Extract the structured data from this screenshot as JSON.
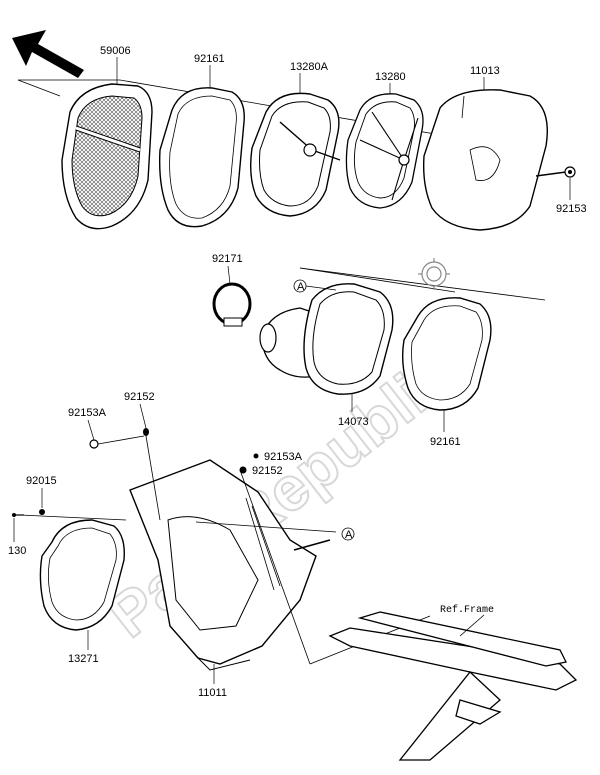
{
  "watermark": "PartsRepublik",
  "labels": {
    "p59006": "59006",
    "p92161_top": "92161",
    "p13280A": "13280A",
    "p13280": "13280",
    "p11013": "11013",
    "p92153": "92153",
    "p92171": "92171",
    "callout_a1": "A",
    "p14073": "14073",
    "p92161_mid": "92161",
    "p92153A_left": "92153A",
    "p92152_left": "92152",
    "p92153A_right": "92153A",
    "p92152_right": "92152",
    "p92015": "92015",
    "p130": "130",
    "callout_a2": "A",
    "p13271": "13271",
    "p11011": "11011",
    "ref_frame": "Ref.Frame"
  }
}
